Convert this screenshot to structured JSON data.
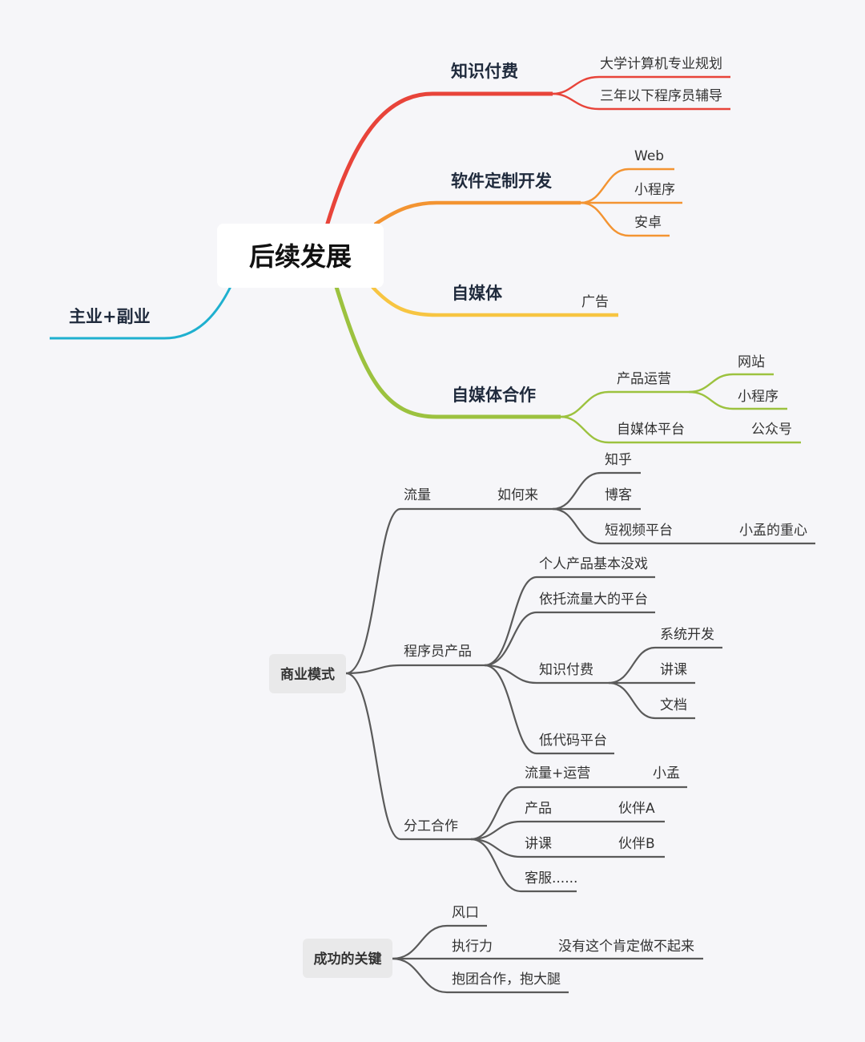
{
  "root": "后续发展",
  "left_branch": "主业+副业",
  "branches": [
    {
      "label": "知识付费",
      "color": "#e8443a",
      "children": [
        "大学计算机专业规划",
        "三年以下程序员辅导"
      ]
    },
    {
      "label": "软件定制开发",
      "color": "#f39432",
      "children": [
        "Web",
        "小程序",
        "安卓"
      ]
    },
    {
      "label": "自媒体",
      "color": "#f7c542",
      "children": [
        "广告"
      ]
    },
    {
      "label": "自媒体合作",
      "color": "#9cc23f",
      "children": [
        {
          "label": "产品运营",
          "children": [
            "网站",
            "小程序"
          ]
        },
        {
          "label": "自媒体平台",
          "children": [
            "公众号"
          ]
        }
      ]
    }
  ],
  "business": {
    "label": "商业模式",
    "traffic": {
      "label": "流量",
      "how": "如何来",
      "items": [
        "知乎",
        "博客",
        "短视频平台"
      ],
      "short_video_focus": "小孟的重心"
    },
    "product": {
      "label": "程序员产品",
      "items": [
        "个人产品基本没戏",
        "依托流量大的平台",
        "知识付费",
        "低代码平台"
      ],
      "knowledge_items": [
        "系统开发",
        "讲课",
        "文档"
      ]
    },
    "division": {
      "label": "分工合作",
      "items": [
        {
          "label": "流量+运营",
          "owner": "小孟"
        },
        {
          "label": "产品",
          "owner": "伙伴A"
        },
        {
          "label": "讲课",
          "owner": "伙伴B"
        },
        {
          "label": "客服......",
          "owner": ""
        }
      ]
    }
  },
  "success": {
    "label": "成功的关键",
    "items": [
      "风口",
      "执行力",
      "抱团合作，抱大腿"
    ],
    "execution_note": "没有这个肯定做不起来"
  },
  "colors": {
    "red": "#e8443a",
    "orange": "#f39432",
    "yellow": "#f7c542",
    "green": "#9cc23f",
    "cyan": "#1fb0cf",
    "grey": "#5a5a5a",
    "background": "#f6f6f9"
  }
}
